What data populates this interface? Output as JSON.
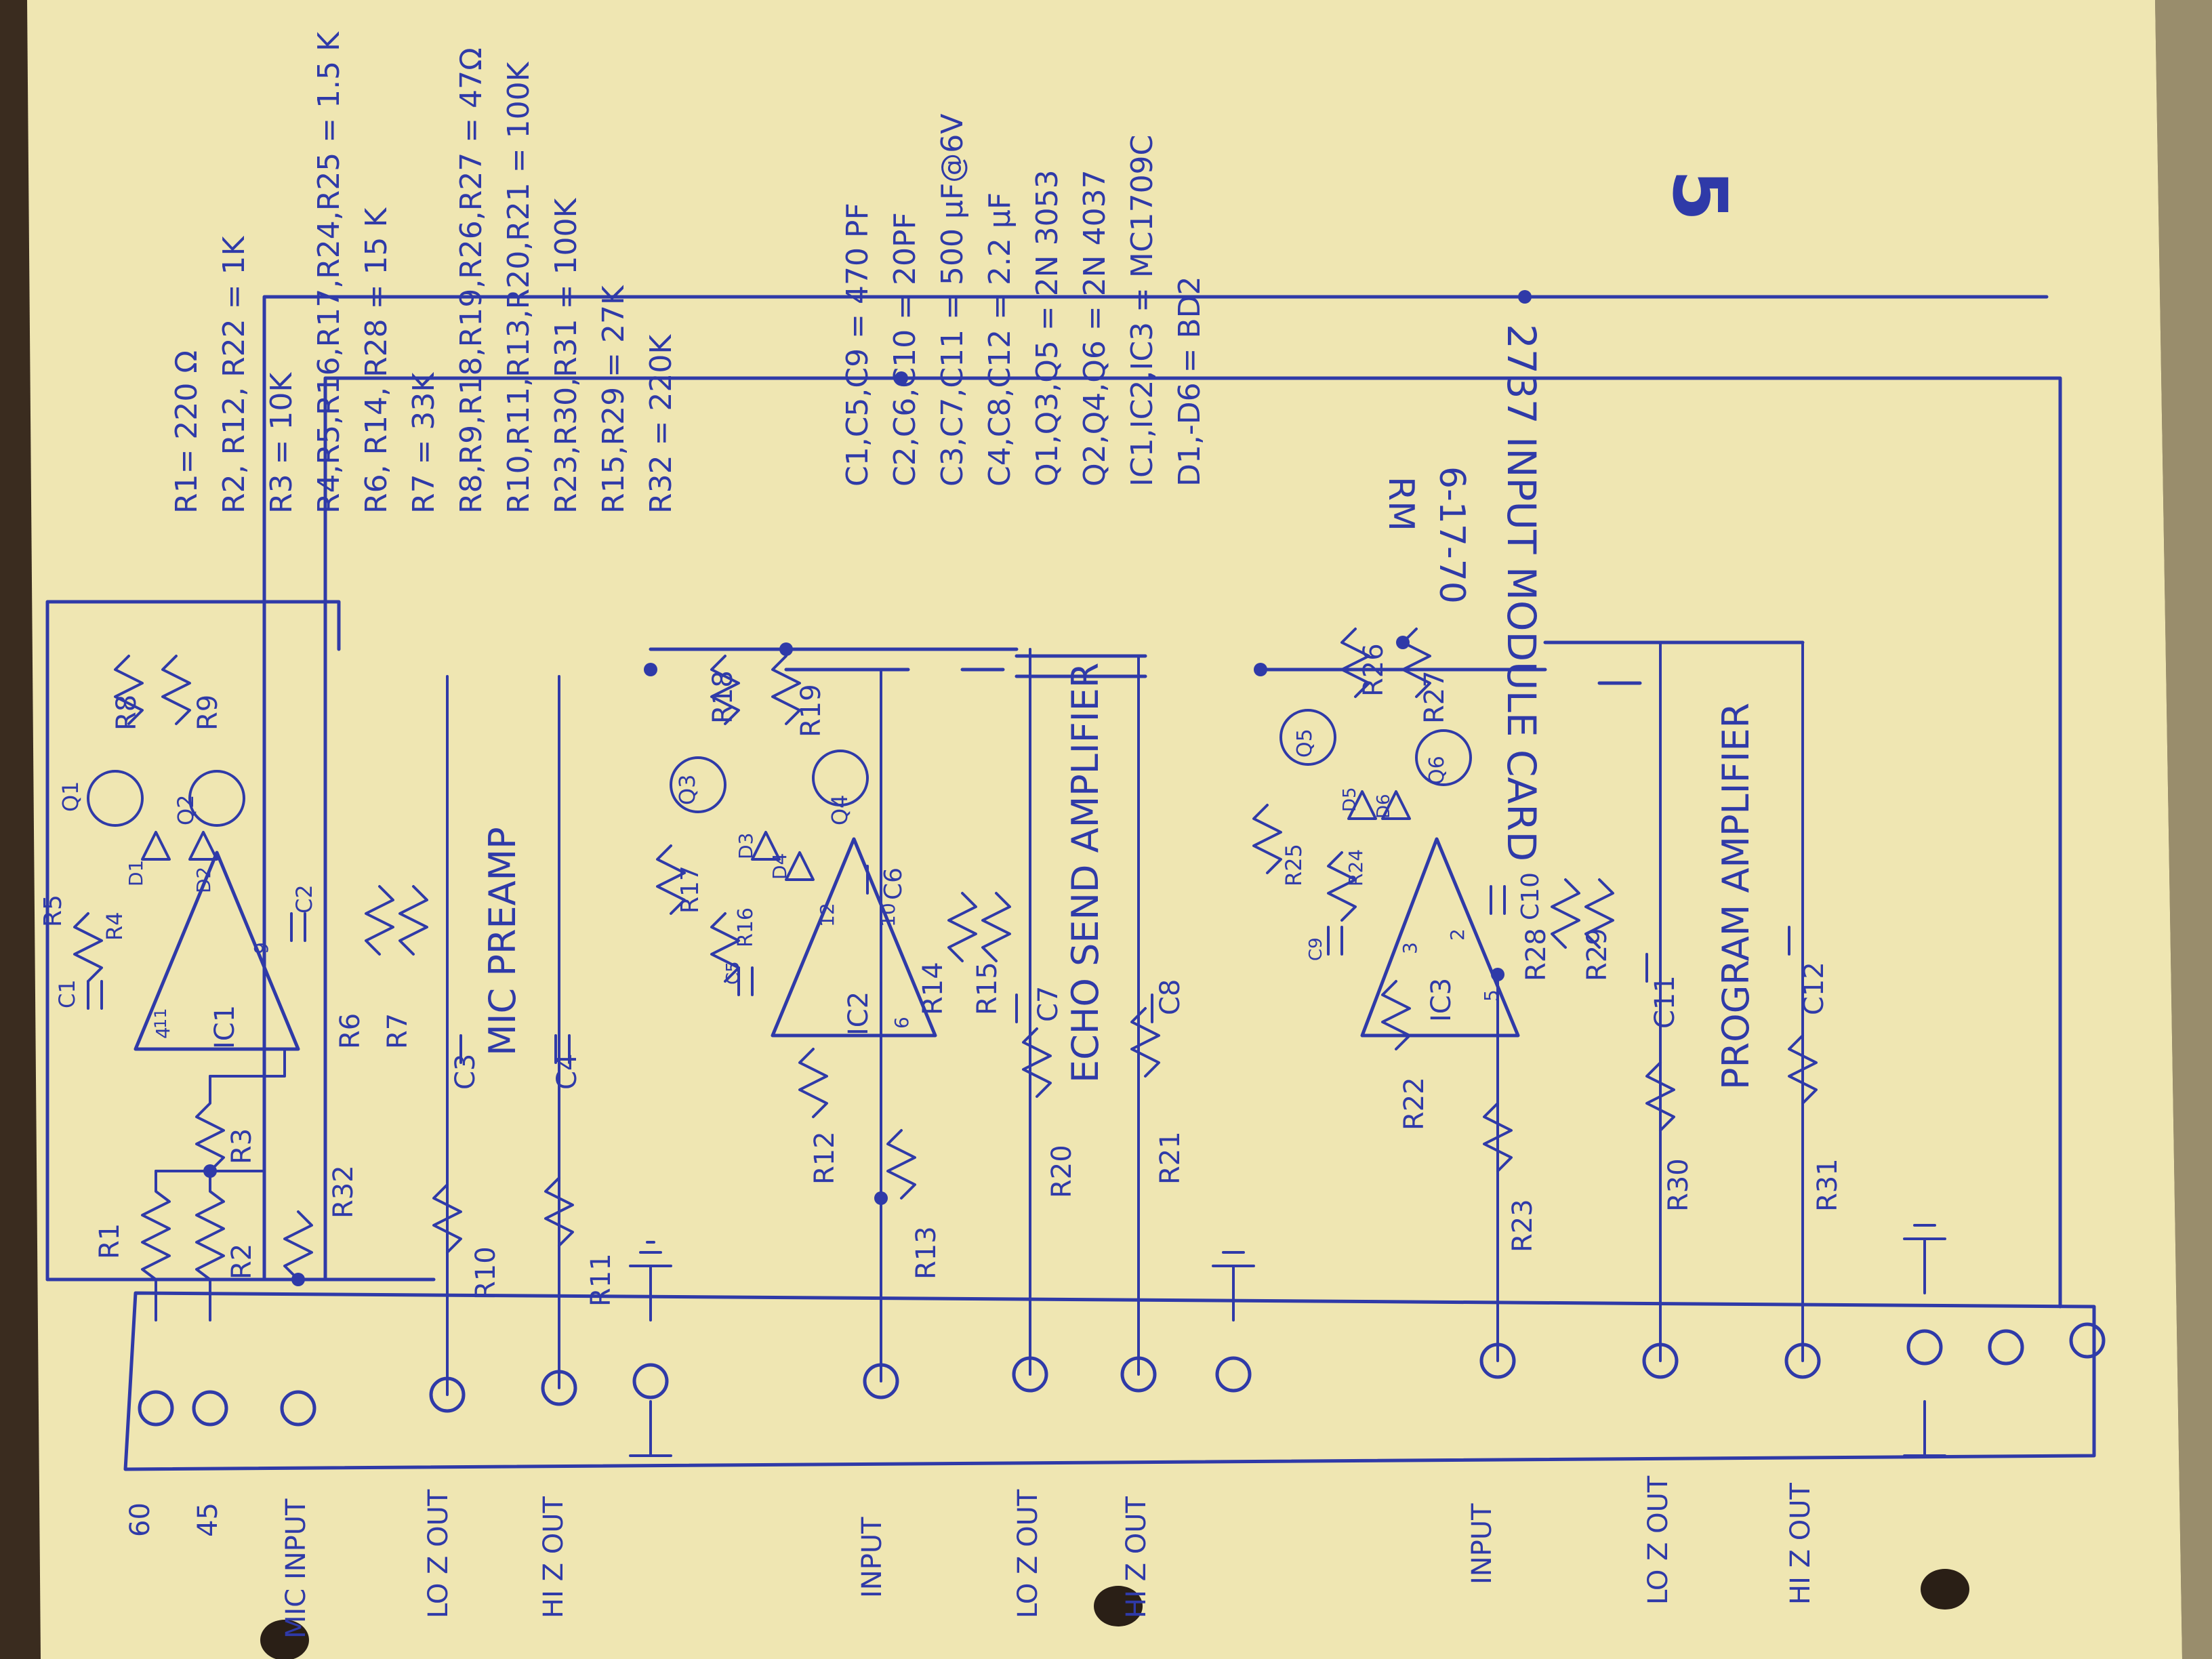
{
  "sheet": {
    "page_number": "5",
    "title": "2737 INPUT MODULE CARD",
    "date": "6-17-70",
    "initials": "RM"
  },
  "parts_list": {
    "resistors": [
      "R1= 220 Ω",
      "R2, R12, R22 = 1K",
      "R3 = 10K",
      "R4,R5,R16,R17,R24,R25 = 1.5 K",
      "R6, R14, R28 = 15 K",
      "R7 = 33K",
      "R8,R9,R18,R19,R26,R27 = 47Ω",
      "R10,R11,R13,R20,R21 = 100K",
      "R23,R30,R31 = 100K",
      "R15,R29 = 27K",
      "R32 = 220K"
    ],
    "others": [
      "C1,C5,C9 = 470 PF",
      "C2,C6,C10 = 20PF",
      "C3,C7,C11 = 500 μF@6V",
      "C4,C8,C12 = 2.2 μF",
      "Q1,Q3,Q5 = 2N 3053",
      "Q2,Q4,Q6 = 2N 4037",
      "IC1,IC2,IC3 = MC1709C",
      "D1,-D6 = BD2"
    ]
  },
  "sections": {
    "mic_preamp": "MIC PREAMP",
    "echo_send": "ECHO SEND AMPLIFIER",
    "program": "PROGRAM AMPLIFIER"
  },
  "connector_labels": {
    "p60": "60",
    "p45": "45",
    "mic_input": "MIC INPUT",
    "lo_z_out_1": "LO Z OUT",
    "hi_z_out_1": "HI Z OUT",
    "input_2": "INPUT",
    "lo_z_out_2": "LO Z OUT",
    "hi_z_out_2": "HI Z OUT",
    "input_3": "INPUT",
    "lo_z_out_3": "LO Z OUT",
    "hi_z_out_3": "HI Z OUT"
  },
  "components": {
    "r1": "R1",
    "r2": "R2",
    "r3": "R3",
    "r32": "R32",
    "r4": "R4",
    "r5": "R5",
    "r6": "R6",
    "r7": "R7",
    "r8": "R8",
    "r9": "R9",
    "r10": "R10",
    "r11": "R11",
    "c1": "C1",
    "c2": "C2",
    "c3": "C3",
    "c4": "C4",
    "q1": "Q1",
    "q2": "Q2",
    "d1": "D1",
    "d2": "D2",
    "ic1": "IC1",
    "r12": "R12",
    "r13": "R13",
    "r14": "R14",
    "r15": "R15",
    "r16": "R16",
    "r17": "R17",
    "r18": "R18",
    "r19": "R19",
    "r20": "R20",
    "r21": "R21",
    "c5": "C5",
    "c6": "C6",
    "c7": "C7",
    "c8": "C8",
    "q3": "Q3",
    "q4": "Q4",
    "d3": "D3",
    "d4": "D4",
    "ic2": "IC2",
    "r22": "R22",
    "r23": "R23",
    "r24": "R24",
    "r25": "R25",
    "r26": "R26",
    "r27": "R27",
    "r28": "R28",
    "r29": "R29",
    "r30": "R30",
    "r31": "R31",
    "c9": "C9",
    "c10": "C10",
    "c11": "C11",
    "c12": "C12",
    "q5": "Q5",
    "q6": "Q6",
    "d5": "D5",
    "d6": "D6",
    "ic3": "IC3"
  },
  "pins": {
    "p2": "2",
    "p3": "3",
    "p4": "4",
    "p5": "5",
    "p6": "6",
    "p9": "9",
    "p10": "10",
    "p11": "11",
    "p12": "12"
  },
  "colors": {
    "paper": "#efe6b2",
    "ink": "#2f3aa8",
    "table": "#3a2c1f"
  }
}
